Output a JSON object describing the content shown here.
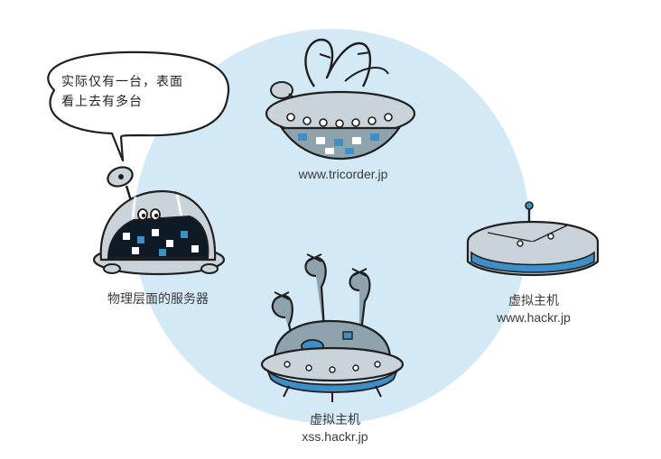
{
  "colors": {
    "circle": "#d3e9f5",
    "ink": "#1f1f1f",
    "metal": "#c9d3d9",
    "metal_dark": "#8fa3ae",
    "accent_blue": "#3f8fc7",
    "screen_dark": "#0e1a26"
  },
  "speech_bubble": {
    "line1": "实际仅有一台，表面",
    "line2": "看上去有多台"
  },
  "nodes": {
    "physical": {
      "label": "物理层面的服务器"
    },
    "tricorder": {
      "label": "www.tricorder.jp"
    },
    "hackr": {
      "type": "虚拟主机",
      "host": "www.hackr.jp"
    },
    "xss": {
      "type": "虚拟主机",
      "host": "xss.hackr.jp"
    }
  },
  "icons": [
    "physical-server-robot-icon",
    "ufo-tricorder-icon",
    "disc-station-hackr-icon",
    "ufo-xss-icon",
    "satellite-dish-icon",
    "speech-bubble-icon"
  ]
}
